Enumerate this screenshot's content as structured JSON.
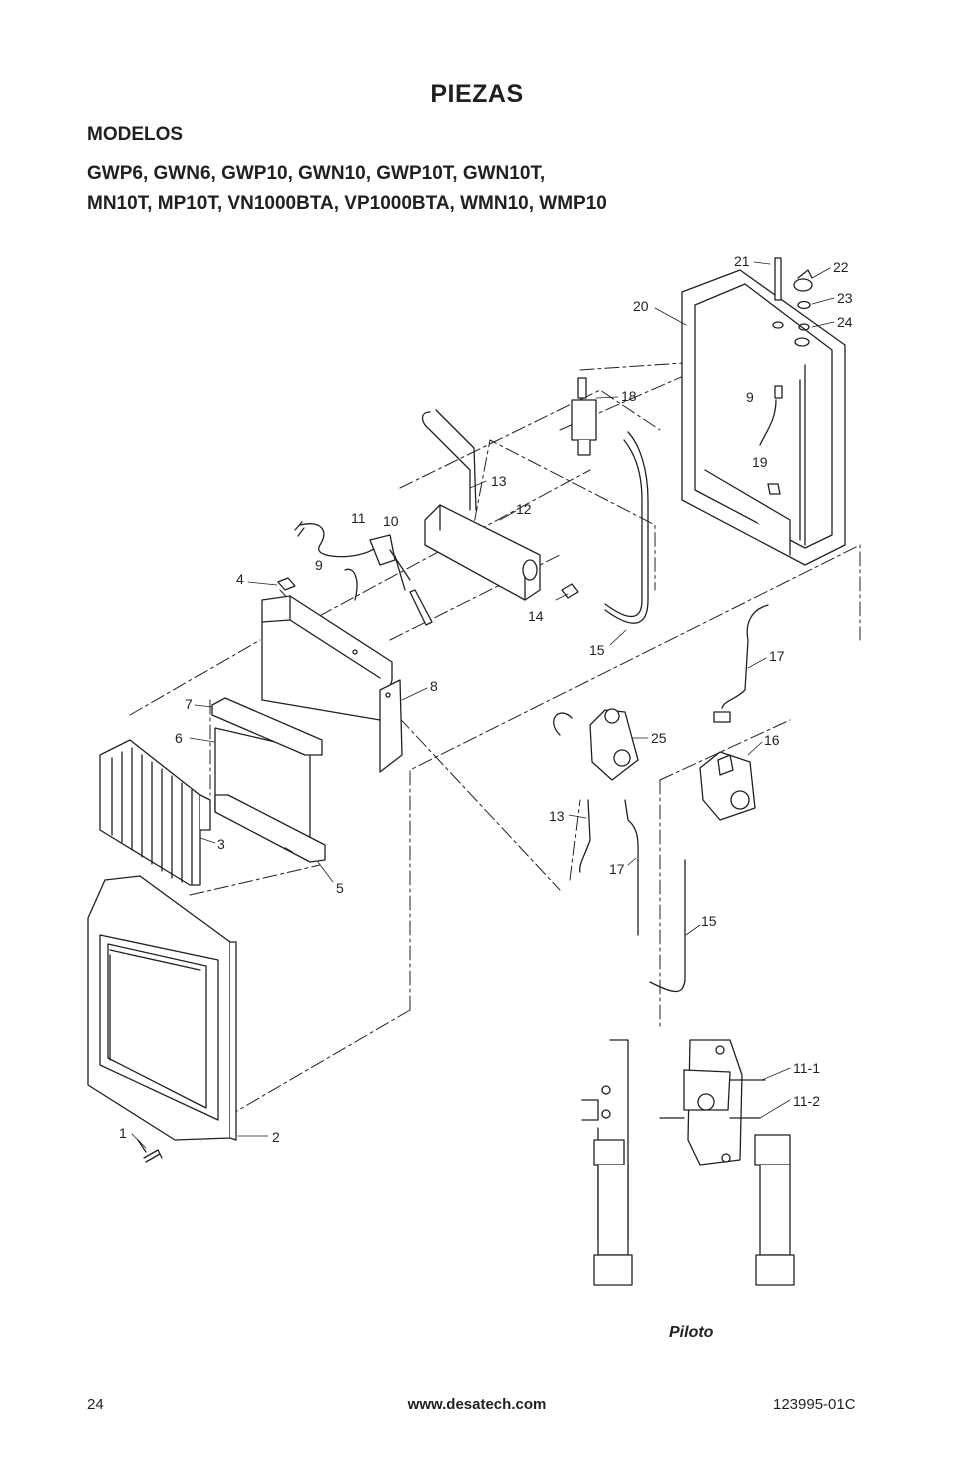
{
  "header": {
    "title": "PIEZAS",
    "models_heading": "MODELOS",
    "models_line1": "GWP6, GWN6, GWP10, GWN10, GWP10T, GWN10T,",
    "models_line2": "MN10T, MP10T, VN1000BTA, VP1000BTA, WMN10, WMP10"
  },
  "diagram": {
    "callouts": {
      "c1": "1",
      "c2": "2",
      "c3": "3",
      "c4": "4",
      "c5": "5",
      "c6": "6",
      "c7": "7",
      "c8": "8",
      "c9a": "9",
      "c9b": "9",
      "c10": "10",
      "c11": "11",
      "c12": "12",
      "c13a": "13",
      "c13b": "13",
      "c14": "14",
      "c15a": "15",
      "c15b": "15",
      "c16": "16",
      "c17a": "17",
      "c17b": "17",
      "c18": "18",
      "c19": "19",
      "c20": "20",
      "c21": "21",
      "c22": "22",
      "c23": "23",
      "c24": "24",
      "c25": "25",
      "c11_1": "11-1",
      "c11_2": "11-2"
    },
    "inset_caption": "Piloto"
  },
  "footer": {
    "page_number": "24",
    "url": "www.desatech.com",
    "doc_number": "123995-01C"
  }
}
